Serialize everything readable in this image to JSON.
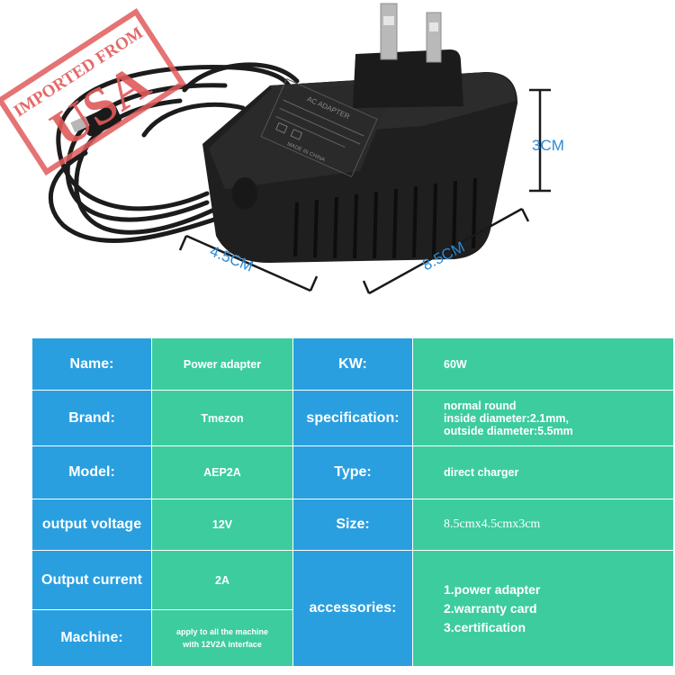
{
  "stamp": {
    "line1": "IMPORTED FROM",
    "line2": "USA"
  },
  "adapter_label": {
    "title": "AC ADAPTER",
    "origin": "MADE IN CHINA"
  },
  "dimensions": {
    "height": "3CM",
    "width": "4.5CM",
    "length": "8.5CM"
  },
  "table": {
    "name_key": "Name:",
    "name_val": "Power adapter",
    "kw_key": "KW:",
    "kw_val": "60W",
    "brand_key": "Brand:",
    "brand_val": "Tmezon",
    "spec_key": "specification:",
    "spec_lines": [
      "normal round",
      "inside diameter:2.1mm,",
      "outside diameter:5.5mm"
    ],
    "model_key": "Model:",
    "model_val": "AEP2A",
    "type_key": "Type:",
    "type_val": "direct charger",
    "voltage_key": "output voltage",
    "voltage_val": "12V",
    "size_key": "Size:",
    "size_val": "8.5cmx4.5cmx3cm",
    "current_key": "Output current",
    "current_val": "2A",
    "accessories_key": "accessories:",
    "accessories_lines": [
      "1.power adapter",
      "2.warranty card",
      "3.certification"
    ],
    "machine_key": "Machine:",
    "machine_lines": [
      "apply to all the machine",
      "with 12V2A interface"
    ]
  },
  "colors": {
    "key_bg": "#2a9fe0",
    "val_bg": "#3dcc9e",
    "dim_text": "#2a8ad6",
    "stamp": "#e05a5a"
  }
}
